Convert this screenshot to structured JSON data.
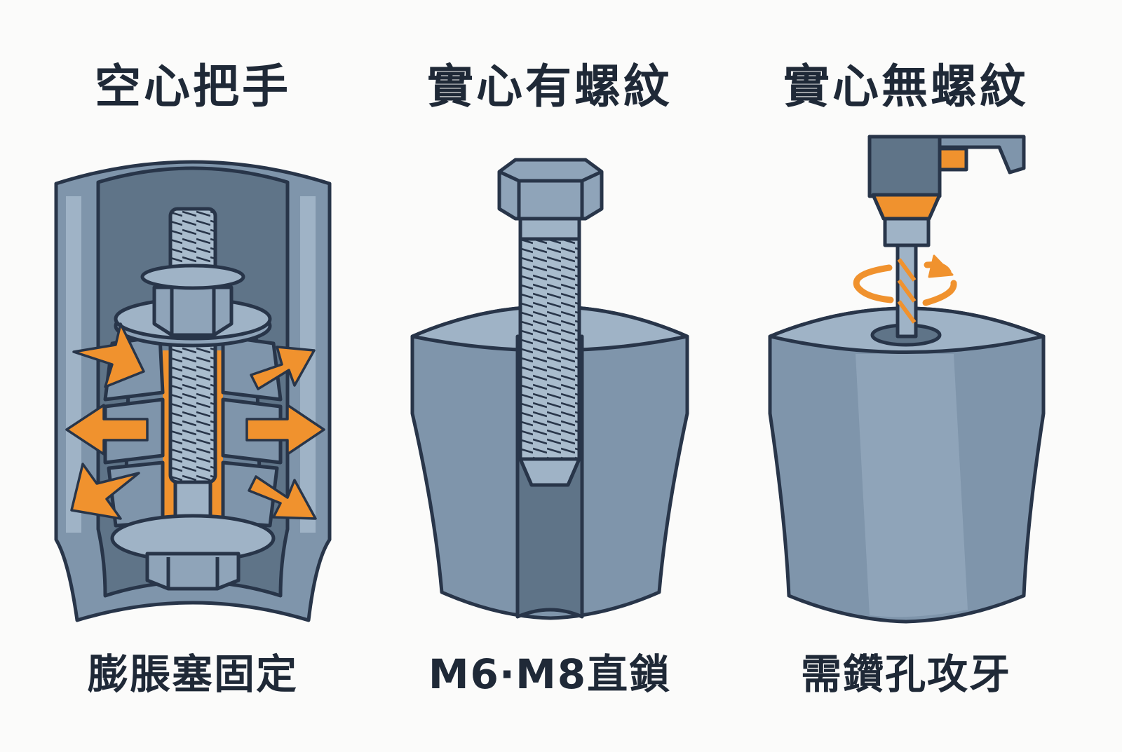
{
  "panels": [
    {
      "title": "空心把手",
      "caption": "膨脹塞固定",
      "icon": "expansion-anchor-cutaway"
    },
    {
      "title": "實心有螺紋",
      "caption": "M6‧M8直鎖",
      "icon": "threaded-bolt-cutaway"
    },
    {
      "title": "實心無螺紋",
      "caption": "需鑽孔攻牙",
      "icon": "drill-bit-icon"
    }
  ],
  "colors": {
    "outline": "#283549",
    "metal_light": "#9fb3c6",
    "metal_mid": "#7f95ab",
    "metal_dark": "#5f7488",
    "accent_orange": "#f0922e",
    "text": "#1f2937",
    "background": "#fbfbfa"
  }
}
